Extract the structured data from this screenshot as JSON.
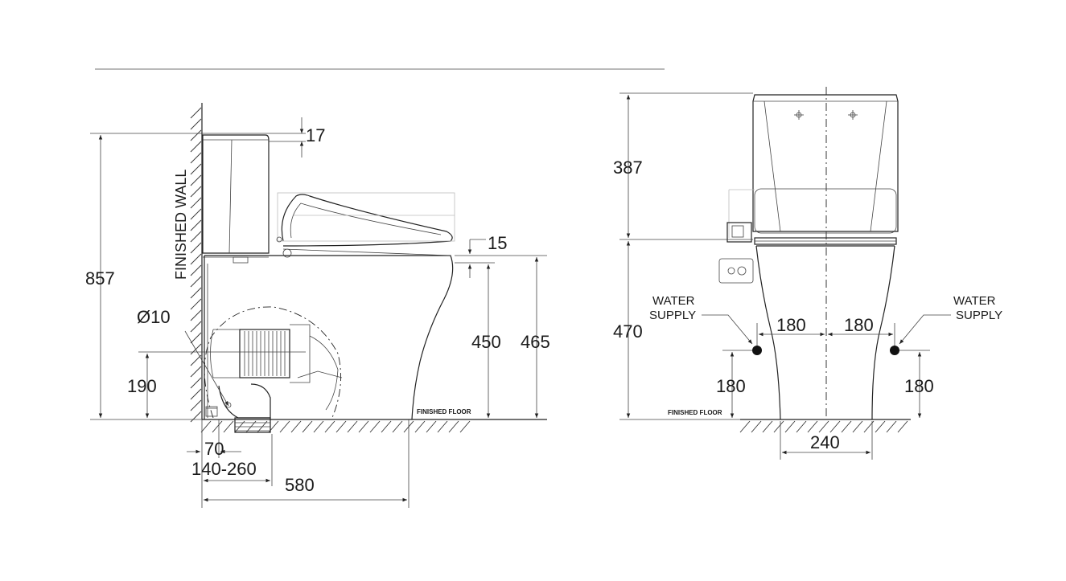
{
  "side_view": {
    "wall_label": "FINISHED WALL",
    "floor_label": "FINISHED FLOOR",
    "dims": {
      "total_height": "857",
      "lid_gap": "17",
      "seat_offset": "15",
      "seat_height": "450",
      "rim_height": "465",
      "inlet_height": "190",
      "inlet_diameter": "Ø10",
      "outlet_offset": "70",
      "rough_in": "140-260",
      "depth": "580"
    }
  },
  "front_view": {
    "floor_label": "FINISHED FLOOR",
    "water_supply_left": [
      "WATER",
      "SUPPLY"
    ],
    "water_supply_right": [
      "WATER",
      "SUPPLY"
    ],
    "dims": {
      "tank_height": "387",
      "bowl_height": "470",
      "left_supply_offset": "180",
      "right_supply_offset": "180",
      "left_supply_height": "180",
      "right_supply_height": "180",
      "base_width": "240"
    }
  }
}
